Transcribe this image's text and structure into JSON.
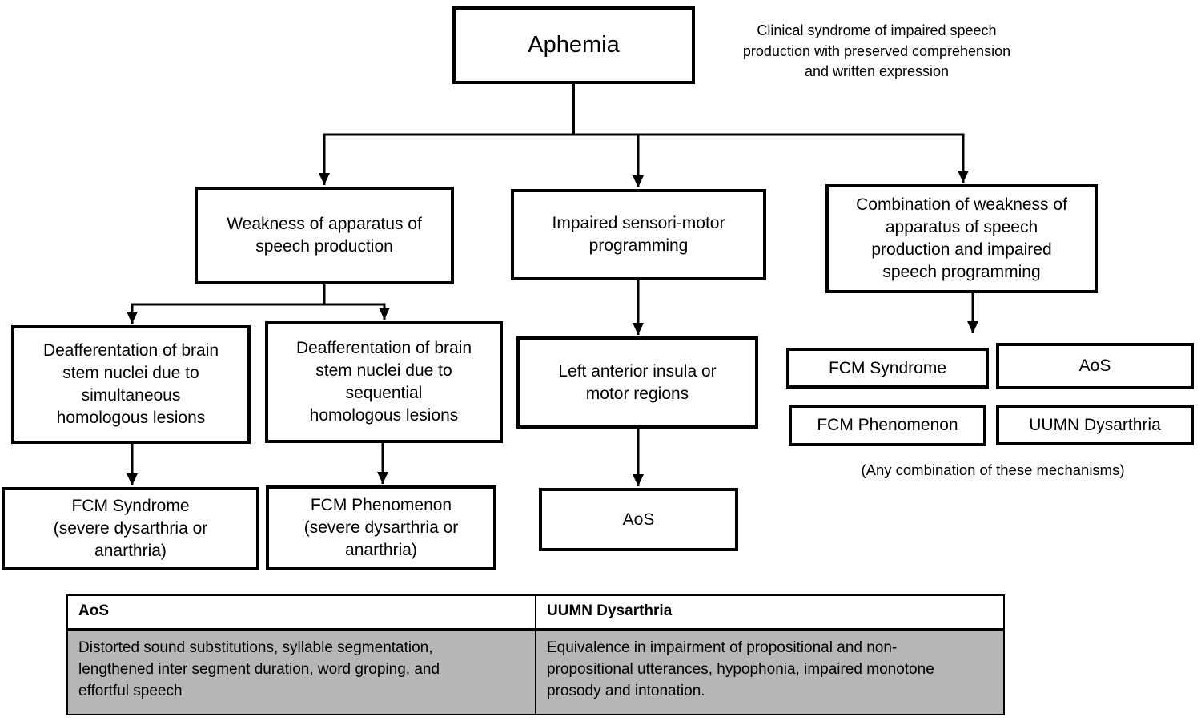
{
  "colors": {
    "line": "#000000",
    "box_border": "#000000",
    "table_body_gray": "#b6b6b6",
    "background": "#ffffff"
  },
  "root": {
    "title": "Aphemia",
    "annotation": "Clinical syndrome of impaired speech\nproduction with preserved comprehension\nand written expression"
  },
  "branches": {
    "weakness": "Weakness of apparatus of\nspeech production",
    "impaired": "Impaired sensori-motor\nprogramming",
    "combination": "Combination of weakness of\napparatus of speech\nproduction and impaired\nspeech programming"
  },
  "nodes": {
    "deaff_simultaneous": "Deafferentation of brain\nstem nuclei due to\nsimultaneous\nhomologous lesions",
    "deaff_sequential": "Deafferentation of brain\nstem nuclei due to\nsequential\nhomologous lesions",
    "fcm_syndrome_severe": "FCM Syndrome\n(severe dysarthria or\nanarthria)",
    "fcm_phenomenon_severe": "FCM Phenomenon\n(severe dysarthria or\nanarthria)",
    "left_insula": "Left anterior insula or\nmotor regions",
    "aos_mid": "AoS",
    "grid_fcm_syndrome": "FCM Syndrome",
    "grid_aos": "AoS",
    "grid_fcm_phenomenon": "FCM Phenomenon",
    "grid_uumn": "UUMN Dysarthria",
    "combination_note": "(Any combination of these mechanisms)"
  },
  "table": {
    "headers": [
      "AoS",
      "UUMN Dysarthria"
    ],
    "cells": [
      "Distorted sound substitutions, syllable segmentation,\nlengthened inter segment duration, word groping, and\neffortful speech",
      "Equivalence in impairment of propositional and non-\npropositional utterances, hypophonia, impaired monotone\nprosody and intonation."
    ]
  }
}
